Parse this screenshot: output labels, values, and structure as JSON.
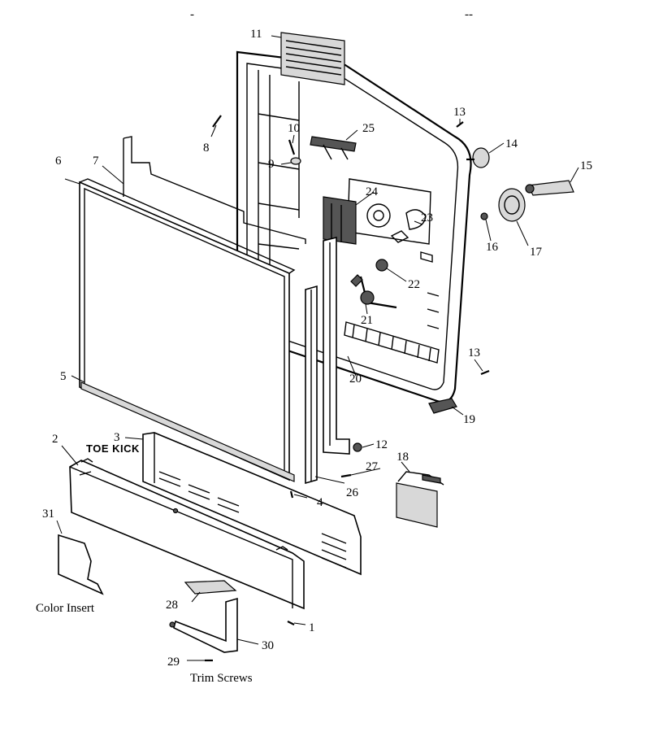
{
  "header_marks": [
    "-",
    "--"
  ],
  "callouts": [
    "1",
    "2",
    "3",
    "4",
    "5",
    "6",
    "7",
    "8",
    "9",
    "10",
    "11",
    "12",
    "13",
    "13",
    "14",
    "15",
    "16",
    "17",
    "18",
    "19",
    "20",
    "21",
    "22",
    "23",
    "24",
    "25",
    "26",
    "27",
    "28",
    "29",
    "30",
    "31"
  ],
  "annotations": {
    "toe_kick": "TOE KICK",
    "color_insert": "Color Insert",
    "trim_screws": "Trim Screws"
  }
}
